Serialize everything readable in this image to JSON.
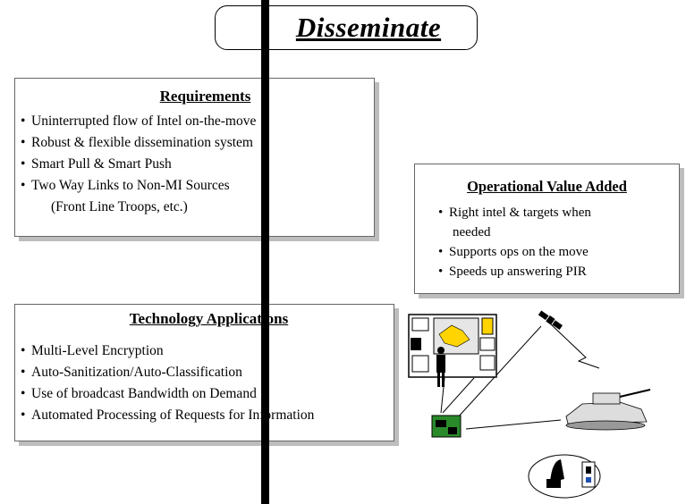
{
  "title": "Disseminate",
  "requirements": {
    "heading": "Requirements",
    "items": [
      "Uninterrupted flow of Intel on-the-move",
      "Robust & flexible dissemination system",
      "Smart Pull & Smart Push",
      "Two Way Links to Non-MI Sources",
      "(Front Line Troops, etc.)"
    ]
  },
  "operational_value": {
    "heading": "Operational Value Added",
    "items": [
      "Right intel & targets when",
      "needed",
      "Supports ops on the move",
      "Speeds up answering PIR"
    ]
  },
  "technology": {
    "heading": "Technology Applications",
    "items": [
      "Multi-Level Encryption",
      "Auto-Sanitization/Auto-Classification",
      "Use of broadcast Bandwidth on Demand",
      "Automated Processing of Requests for Information"
    ]
  },
  "illustration": {
    "icons": [
      "display-board-icon",
      "soldier-icon",
      "satellite-icon",
      "tank-icon",
      "radio-terminal-icon",
      "ground-station-icon"
    ]
  }
}
